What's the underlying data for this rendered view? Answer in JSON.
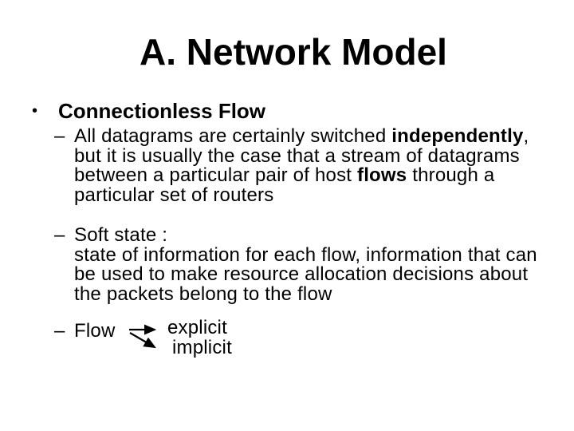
{
  "slide": {
    "title": "A. Network Model",
    "bullet": {
      "marker": "•",
      "label": "Connectionless Flow"
    },
    "sub_bullets": [
      {
        "marker": "–",
        "lines": [
          {
            "pre": "All datagrams are certainly switched ",
            "bold": "independently",
            "post": ","
          },
          {
            "pre": "but it is usually the case that a stream of datagrams",
            "bold": "",
            "post": ""
          },
          {
            "pre": "between a particular pair of host ",
            "bold": "flows",
            "post": " through a"
          },
          {
            "pre": "particular set of routers",
            "bold": "",
            "post": ""
          }
        ]
      },
      {
        "marker": "–",
        "lines": [
          {
            "pre": "Soft state :",
            "bold": "",
            "post": ""
          },
          {
            "pre": "state of information for each flow, information that can",
            "bold": "",
            "post": ""
          },
          {
            "pre": "be used to make resource allocation decisions about",
            "bold": "",
            "post": ""
          },
          {
            "pre": "the packets belong to the flow",
            "bold": "",
            "post": ""
          }
        ]
      },
      {
        "marker": "–",
        "lines": [
          {
            "pre": "Flow",
            "bold": "",
            "post": ""
          }
        ]
      }
    ],
    "flow_options": {
      "explicit": "explicit",
      "implicit": "implicit"
    },
    "colors": {
      "text": "#000000",
      "background": "#ffffff",
      "arrow": "#000000"
    }
  }
}
